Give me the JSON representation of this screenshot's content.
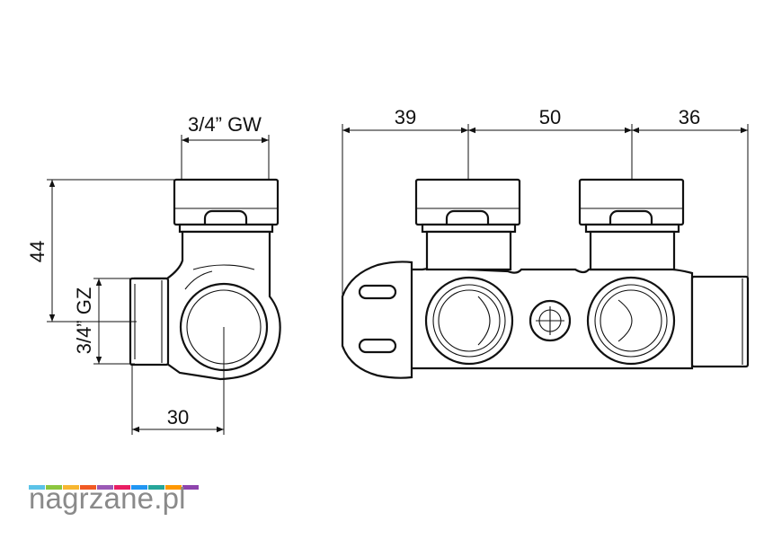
{
  "labels": {
    "top_left": "3/4” GW",
    "left_height": "44",
    "left_side": "3/4” GZ",
    "bottom_width": "30",
    "span_a": "39",
    "span_b": "50",
    "span_c": "36"
  },
  "logo": {
    "text": "nagrzane.pl",
    "colors": [
      "#5bc3e8",
      "#8cc63f",
      "#f7b731",
      "#f15a24",
      "#9b59b6",
      "#e91e63",
      "#2196f3",
      "#26a69a",
      "#ff9800",
      "#8e44ad"
    ]
  }
}
